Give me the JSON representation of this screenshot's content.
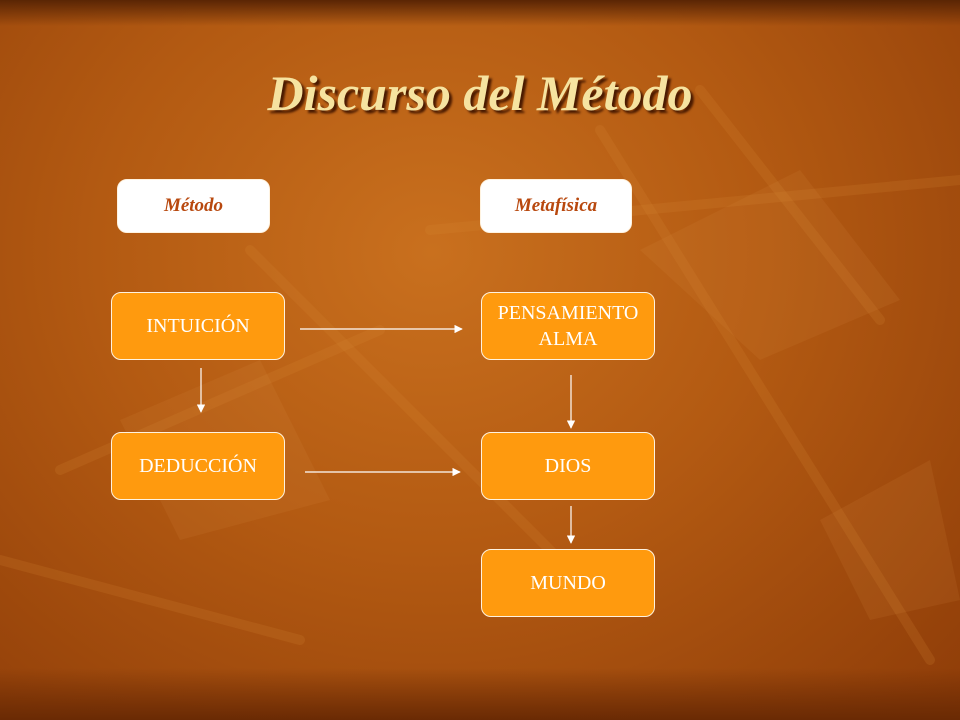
{
  "title": "Discurso del Método",
  "headers": {
    "left": "Método",
    "right": "Metafísica"
  },
  "nodes": {
    "intuicion": "INTUICIÓN",
    "deduccion": "DEDUCCIÓN",
    "pensamiento_line1": "PENSAMIENTO",
    "pensamiento_line2": "ALMA",
    "dios": "DIOS",
    "mundo": "MUNDO"
  },
  "colors": {
    "background": "#b35a12",
    "node_fill": "#ff9a0e",
    "header_fill": "#ffffff",
    "header_text": "#b8480e",
    "title_text": "#f6e3a0",
    "arrow": "#ffffff"
  }
}
